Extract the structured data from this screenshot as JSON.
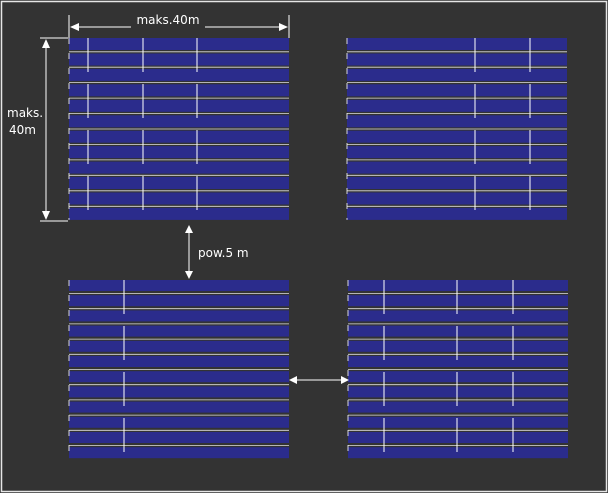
{
  "colors": {
    "background": "#333333",
    "frame": "#e6e6e6",
    "panel_blue": "#2b2c8c",
    "lines": "#ffffff"
  },
  "labels": {
    "max_width": "maks.40m",
    "max_height_line1": "maks.",
    "max_height_line2": "40m",
    "gap": "pow.5 m"
  }
}
